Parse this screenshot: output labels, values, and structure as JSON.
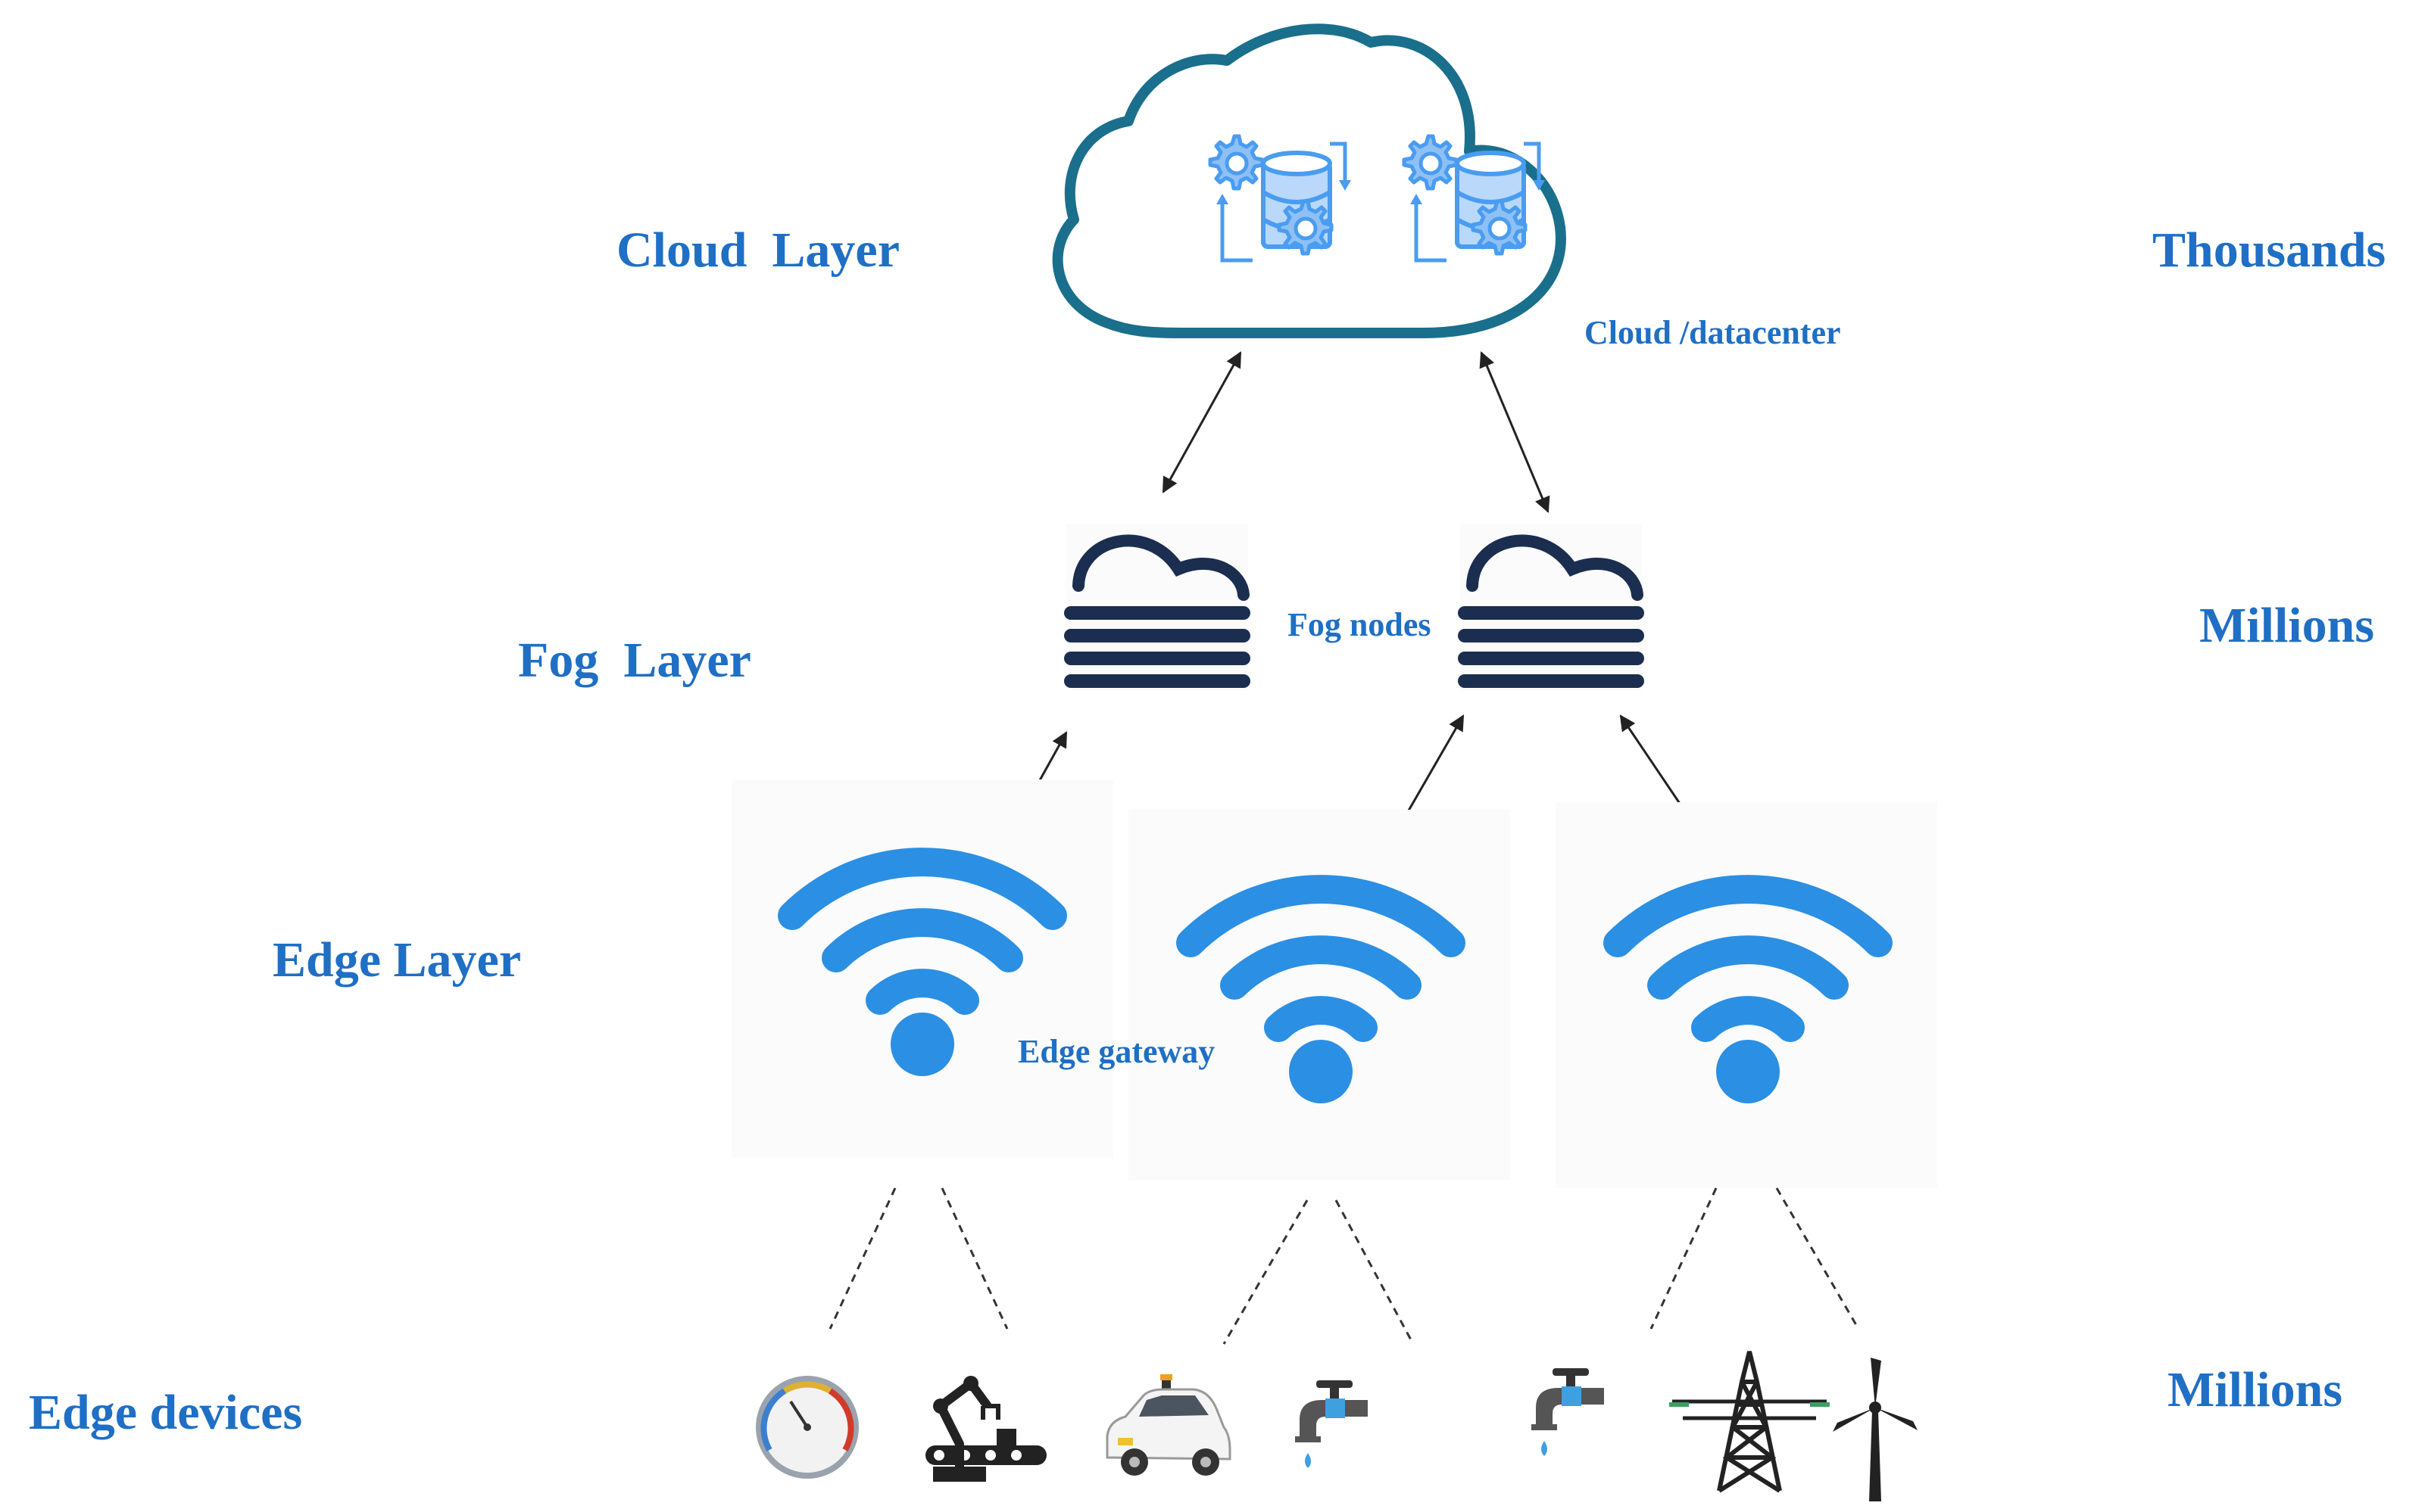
{
  "colors": {
    "label_blue": "#1f6fc4",
    "cloud_outline": "#1a6f8c",
    "cloud_icon": "#4a9cf0",
    "fog_navy": "#1b2e50",
    "wifi_blue": "#2b8fe3",
    "arrow": "#222222"
  },
  "layers": {
    "cloud": "Cloud  Layer",
    "fog": "Fog  Layer",
    "edge": "Edge Layer",
    "devices": "Edge devices"
  },
  "counts": {
    "cloud": "Thousands",
    "fog": "Millions",
    "devices": "Millions"
  },
  "nodes": {
    "cloud": "Cloud /datacenter",
    "fog": "Fog nodes",
    "edge": "Edge gateway"
  },
  "devices": [
    {
      "icon": "gauge-icon"
    },
    {
      "icon": "robotic-arm-icon"
    },
    {
      "icon": "autonomous-car-icon"
    },
    {
      "icon": "water-tap-icon"
    },
    {
      "icon": "water-tap-icon"
    },
    {
      "icon": "power-pylon-icon"
    },
    {
      "icon": "wind-turbine-icon"
    }
  ]
}
